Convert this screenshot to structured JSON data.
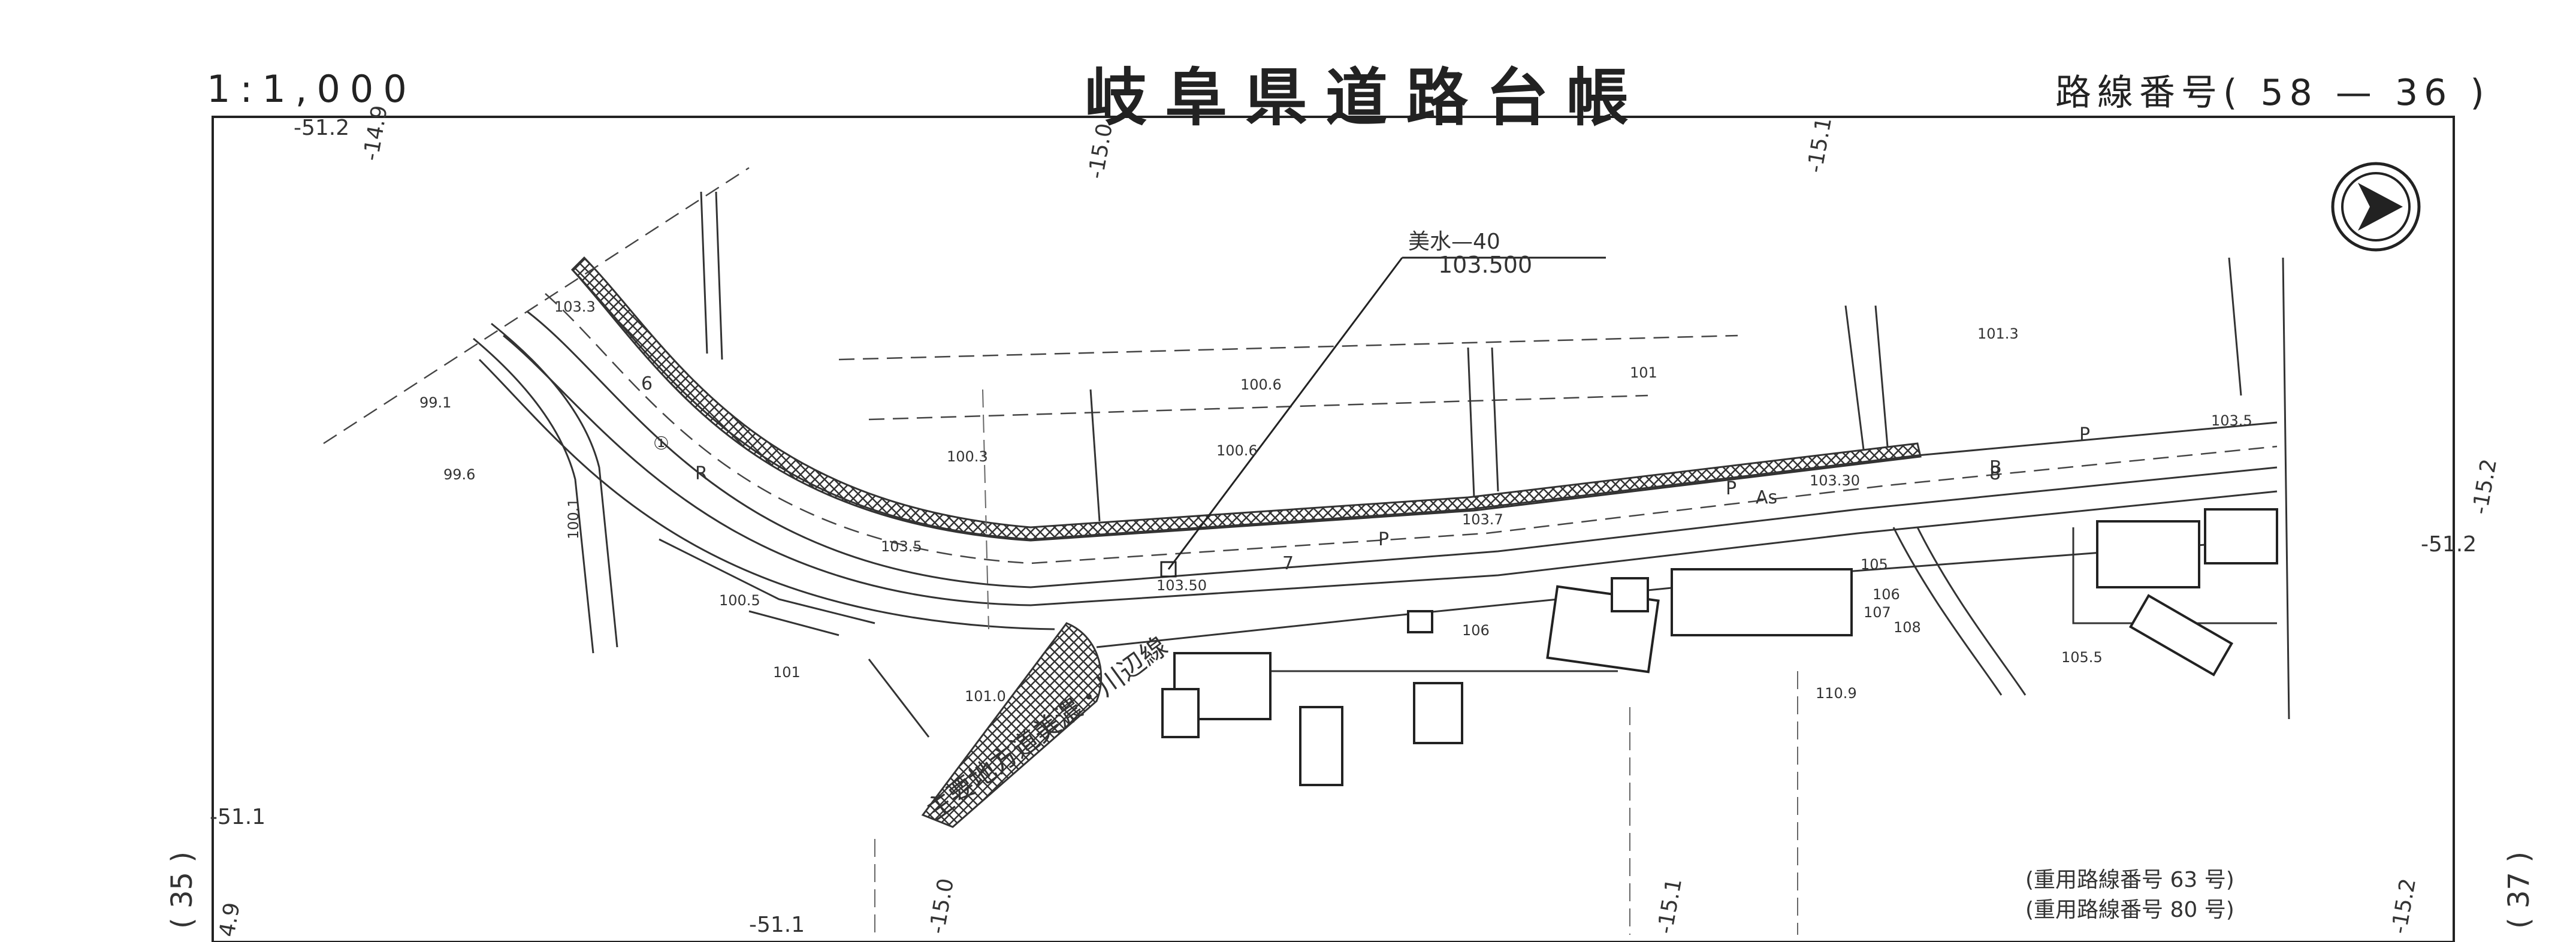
{
  "header": {
    "scale": "1:1,000",
    "title": "岐阜県道路台帳",
    "route_number": "路線番号( 58 — 36 )"
  },
  "north_arrow": {
    "icon": "north-arrow-icon"
  },
  "adjacent_sheets": {
    "left": "( 35 )",
    "right": "( 37 )"
  },
  "benchmark": {
    "name": "美水—40",
    "elevation": "103.500"
  },
  "road_name": "主要地方道美濃・川辺線",
  "shared_routes": [
    "(重用路線番号 63 号)",
    "(重用路線番号 80 号)"
  ],
  "grid_labels": {
    "top_left_a": "-51.2",
    "top_left_b": "-14.9",
    "top_mid_a": "-15.0",
    "top_mid_b": "-15.1",
    "left_mid": "-51.1",
    "right_a": "-15.2",
    "right_b": "-51.2",
    "bottom_a": "-51.1",
    "bottom_b": "-15.0",
    "bottom_c": "-15.1",
    "bottom_d": "-15.2",
    "bottom_left": "4.9"
  },
  "spot_heights": [
    "103.3",
    "99.1",
    "99.6",
    "100.5",
    "101",
    "100.3",
    "100.6",
    "100.6",
    "101",
    "101.3",
    "103.5",
    "103.50",
    "103.7",
    "103.30",
    "103.5",
    "105",
    "106",
    "107",
    "108",
    "110.9",
    "105.5",
    "106",
    "101.0",
    "100.1"
  ],
  "road_marks": {
    "as": "As",
    "p1": "P",
    "p2": "P",
    "p3": "P",
    "r": "R",
    "b": "B",
    "n6": "6",
    "n7": "7",
    "n8": "8",
    "circ1": "①"
  }
}
